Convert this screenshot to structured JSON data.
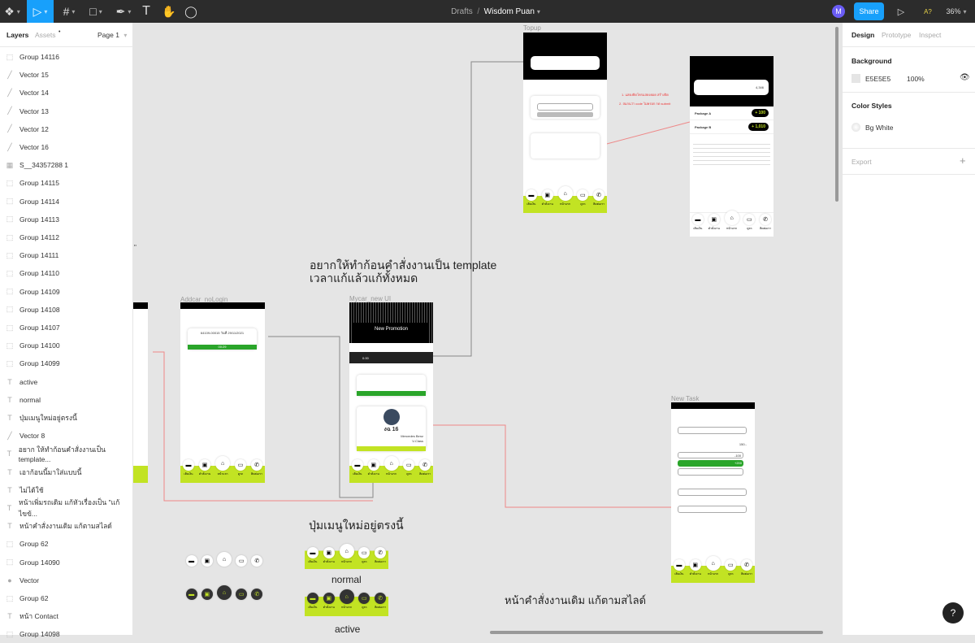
{
  "toolbar": {
    "file_location": "Drafts",
    "separator": "/",
    "file_name": "Wisdom Puan",
    "avatar_initial": "M",
    "share_label": "Share",
    "a11y_label": "A?",
    "zoom": "36%",
    "tools": [
      "figma-menu-icon",
      "move-icon",
      "frame-icon",
      "rectangle-icon",
      "pen-icon",
      "text-icon",
      "hand-icon",
      "comment-icon"
    ]
  },
  "left_panel": {
    "tabs": [
      "Layers",
      "Assets"
    ],
    "page": "Page 1",
    "layers": [
      {
        "icon": "group",
        "name": "Group 14116"
      },
      {
        "icon": "vector",
        "name": "Vector 15"
      },
      {
        "icon": "vector",
        "name": "Vector 14"
      },
      {
        "icon": "vector",
        "name": "Vector 13"
      },
      {
        "icon": "vector",
        "name": "Vector 12"
      },
      {
        "icon": "vector",
        "name": "Vector 16"
      },
      {
        "icon": "image",
        "name": "S__34357288 1"
      },
      {
        "icon": "group",
        "name": "Group 14115"
      },
      {
        "icon": "group",
        "name": "Group 14114"
      },
      {
        "icon": "group",
        "name": "Group 14113"
      },
      {
        "icon": "group",
        "name": "Group 14112"
      },
      {
        "icon": "group",
        "name": "Group 14111"
      },
      {
        "icon": "group",
        "name": "Group 14110"
      },
      {
        "icon": "group",
        "name": "Group 14109"
      },
      {
        "icon": "group",
        "name": "Group 14108"
      },
      {
        "icon": "group",
        "name": "Group 14107"
      },
      {
        "icon": "group",
        "name": "Group 14100"
      },
      {
        "icon": "group",
        "name": "Group 14099"
      },
      {
        "icon": "text",
        "name": "active"
      },
      {
        "icon": "text",
        "name": "normal"
      },
      {
        "icon": "text",
        "name": "ปุ่มเมนูใหม่อยู่ตรงนี้"
      },
      {
        "icon": "vector",
        "name": "Vector 8"
      },
      {
        "icon": "text",
        "name": "อยาก ให้ทำก้อนคำสั่งงานเป็น template..."
      },
      {
        "icon": "text",
        "name": "เอาก้อนนี้มาใส่แบบนี้"
      },
      {
        "icon": "text",
        "name": "ไม่ได้ใช้"
      },
      {
        "icon": "text",
        "name": "หน้าเพิ่มรถเดิม แก้หัวเรื่องเป็น \"แก้ไขข้..."
      },
      {
        "icon": "text",
        "name": "หน้าคำสั่งงานเดิม แก้ตามสไลด์"
      },
      {
        "icon": "group",
        "name": "Group 62"
      },
      {
        "icon": "group",
        "name": "Group 14090"
      },
      {
        "icon": "pin",
        "name": "Vector"
      },
      {
        "icon": "group",
        "name": "Group 62"
      },
      {
        "icon": "text",
        "name": "หน้า Contact"
      },
      {
        "icon": "group",
        "name": "Group 14098"
      }
    ]
  },
  "right_panel": {
    "tabs": [
      "Design",
      "Prototype",
      "Inspect"
    ],
    "background_title": "Background",
    "bg_hex": "E5E5E5",
    "bg_opacity": "100%",
    "bg_color": "#E5E5E5",
    "color_styles_title": "Color Styles",
    "color_style": "Bg White",
    "export_title": "Export"
  },
  "canvas": {
    "frames": {
      "topup": "Topup",
      "addcar": "Addcar_noLogin",
      "mycar": "Mycar_new UI",
      "newtask": "New Task"
    },
    "annotation_template": [
      "อยากให้ทำก้อนคำสั่งงานเป็น template",
      "เวลาแก้แล้วแก้ทั้งหมด"
    ],
    "annotation_menu": "ปุ่มเมนูใหม่อยู่ตรงนี้",
    "label_normal": "normal",
    "label_active": "active",
    "annotation_task": "หน้าคำสั่งงานเดิม แก้ตามสไลด์",
    "red_notes": [
      "1. แสดงยิดโทรแสดงยอด สร้างปิด",
      "2. สแกนว่า code ไม่ครอก กด submit"
    ],
    "nav_labels": [
      "เติมเงิน",
      "คำสั่งงาน",
      "หน้าแรก",
      "ดูรถ",
      "ติดต่อเรา"
    ],
    "topup2": {
      "package_a": "Package A",
      "amount_a": "100",
      "package_b": "Package B",
      "amount_b": "1,010",
      "balance": "4,346"
    },
    "mycar": {
      "promo": "New Promotion",
      "balance": "0.00",
      "plate": "งฉ 16",
      "brand": "Mercedes Benz",
      "model": "V-Class",
      "job_no": "64109-00015 วันที่ 29/11/2021",
      "timer": "00:29"
    },
    "newtask": {
      "price": "150.-",
      "opt1": "-100",
      "opt2": "+200"
    },
    "accent": "#C2E323",
    "green": "#2AA52A"
  }
}
